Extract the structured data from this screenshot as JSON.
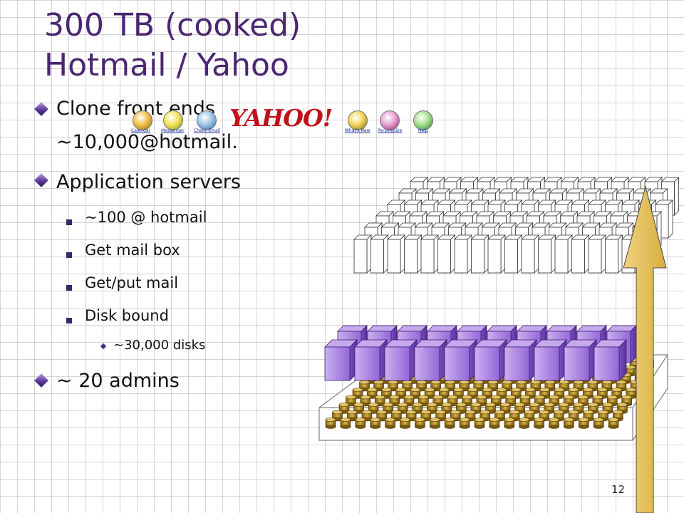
{
  "slide": {
    "title_line1": "300 TB (cooked)",
    "title_line2": "Hotmail / Yahoo",
    "page_number": "12"
  },
  "bullets": [
    {
      "text": "Clone front ends"
    },
    {
      "text": "~10,000@hotmail."
    },
    {
      "text": "Application servers"
    },
    {
      "text": "~100 @ hotmail"
    },
    {
      "text": "Get mail box"
    },
    {
      "text": "Get/put mail"
    },
    {
      "text": "Disk bound"
    },
    {
      "text": "~30,000 disks"
    },
    {
      "text": "~ 20 admins"
    }
  ],
  "toolbar": {
    "items": [
      "Calendar",
      "Messenger",
      "Check Email",
      "What's New",
      "Personalize",
      "Help"
    ],
    "logo": "YAHOO!"
  },
  "colors": {
    "title": "#4b2673",
    "server_face": "#a77bdf",
    "disk": "#b08a22",
    "arrow": "#e3bd57"
  }
}
